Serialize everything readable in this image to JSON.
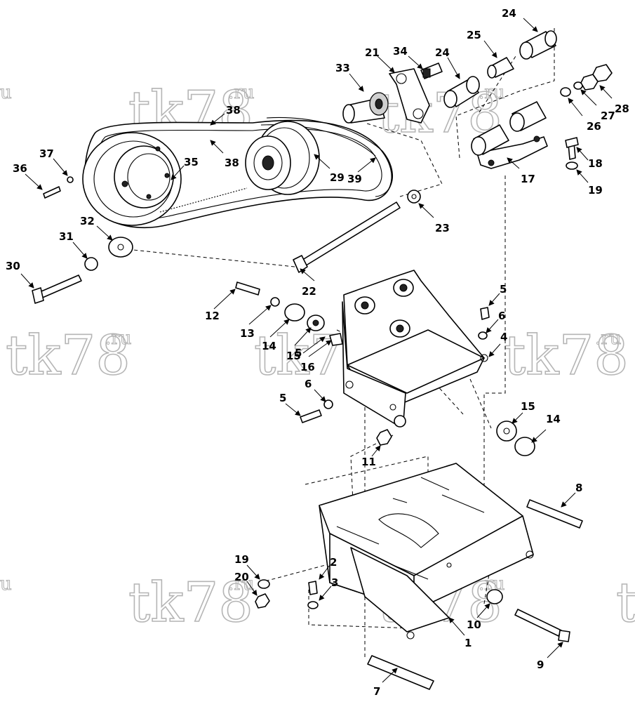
{
  "watermark": {
    "main": "tk78",
    "suffix": ".ru",
    "edge_left": "u",
    "edge_right": "t"
  },
  "callouts": [
    {
      "id": "c1",
      "label": "1"
    },
    {
      "id": "c2",
      "label": "2"
    },
    {
      "id": "c3",
      "label": "3"
    },
    {
      "id": "c4",
      "label": "4"
    },
    {
      "id": "c5a",
      "label": "5"
    },
    {
      "id": "c5b",
      "label": "5"
    },
    {
      "id": "c5c",
      "label": "5"
    },
    {
      "id": "c6a",
      "label": "6"
    },
    {
      "id": "c6b",
      "label": "6"
    },
    {
      "id": "c7",
      "label": "7"
    },
    {
      "id": "c8",
      "label": "8"
    },
    {
      "id": "c9",
      "label": "9"
    },
    {
      "id": "c10",
      "label": "10"
    },
    {
      "id": "c11",
      "label": "11"
    },
    {
      "id": "c12",
      "label": "12"
    },
    {
      "id": "c13",
      "label": "13"
    },
    {
      "id": "c14a",
      "label": "14"
    },
    {
      "id": "c14b",
      "label": "14"
    },
    {
      "id": "c15a",
      "label": "15"
    },
    {
      "id": "c15b",
      "label": "15"
    },
    {
      "id": "c16",
      "label": "16"
    },
    {
      "id": "c17",
      "label": "17"
    },
    {
      "id": "c18",
      "label": "18"
    },
    {
      "id": "c19a",
      "label": "19"
    },
    {
      "id": "c19b",
      "label": "19"
    },
    {
      "id": "c20",
      "label": "20"
    },
    {
      "id": "c21",
      "label": "21"
    },
    {
      "id": "c22",
      "label": "22"
    },
    {
      "id": "c23",
      "label": "23"
    },
    {
      "id": "c24a",
      "label": "24"
    },
    {
      "id": "c24b",
      "label": "24"
    },
    {
      "id": "c25",
      "label": "25"
    },
    {
      "id": "c26",
      "label": "26"
    },
    {
      "id": "c27",
      "label": "27"
    },
    {
      "id": "c28",
      "label": "28"
    },
    {
      "id": "c29",
      "label": "29"
    },
    {
      "id": "c30",
      "label": "30"
    },
    {
      "id": "c31",
      "label": "31"
    },
    {
      "id": "c32",
      "label": "32"
    },
    {
      "id": "c33",
      "label": "33"
    },
    {
      "id": "c34",
      "label": "34"
    },
    {
      "id": "c35",
      "label": "35"
    },
    {
      "id": "c36",
      "label": "36"
    },
    {
      "id": "c37",
      "label": "37"
    },
    {
      "id": "c38a",
      "label": "38"
    },
    {
      "id": "c38b",
      "label": "38"
    },
    {
      "id": "c39",
      "label": "39"
    }
  ]
}
